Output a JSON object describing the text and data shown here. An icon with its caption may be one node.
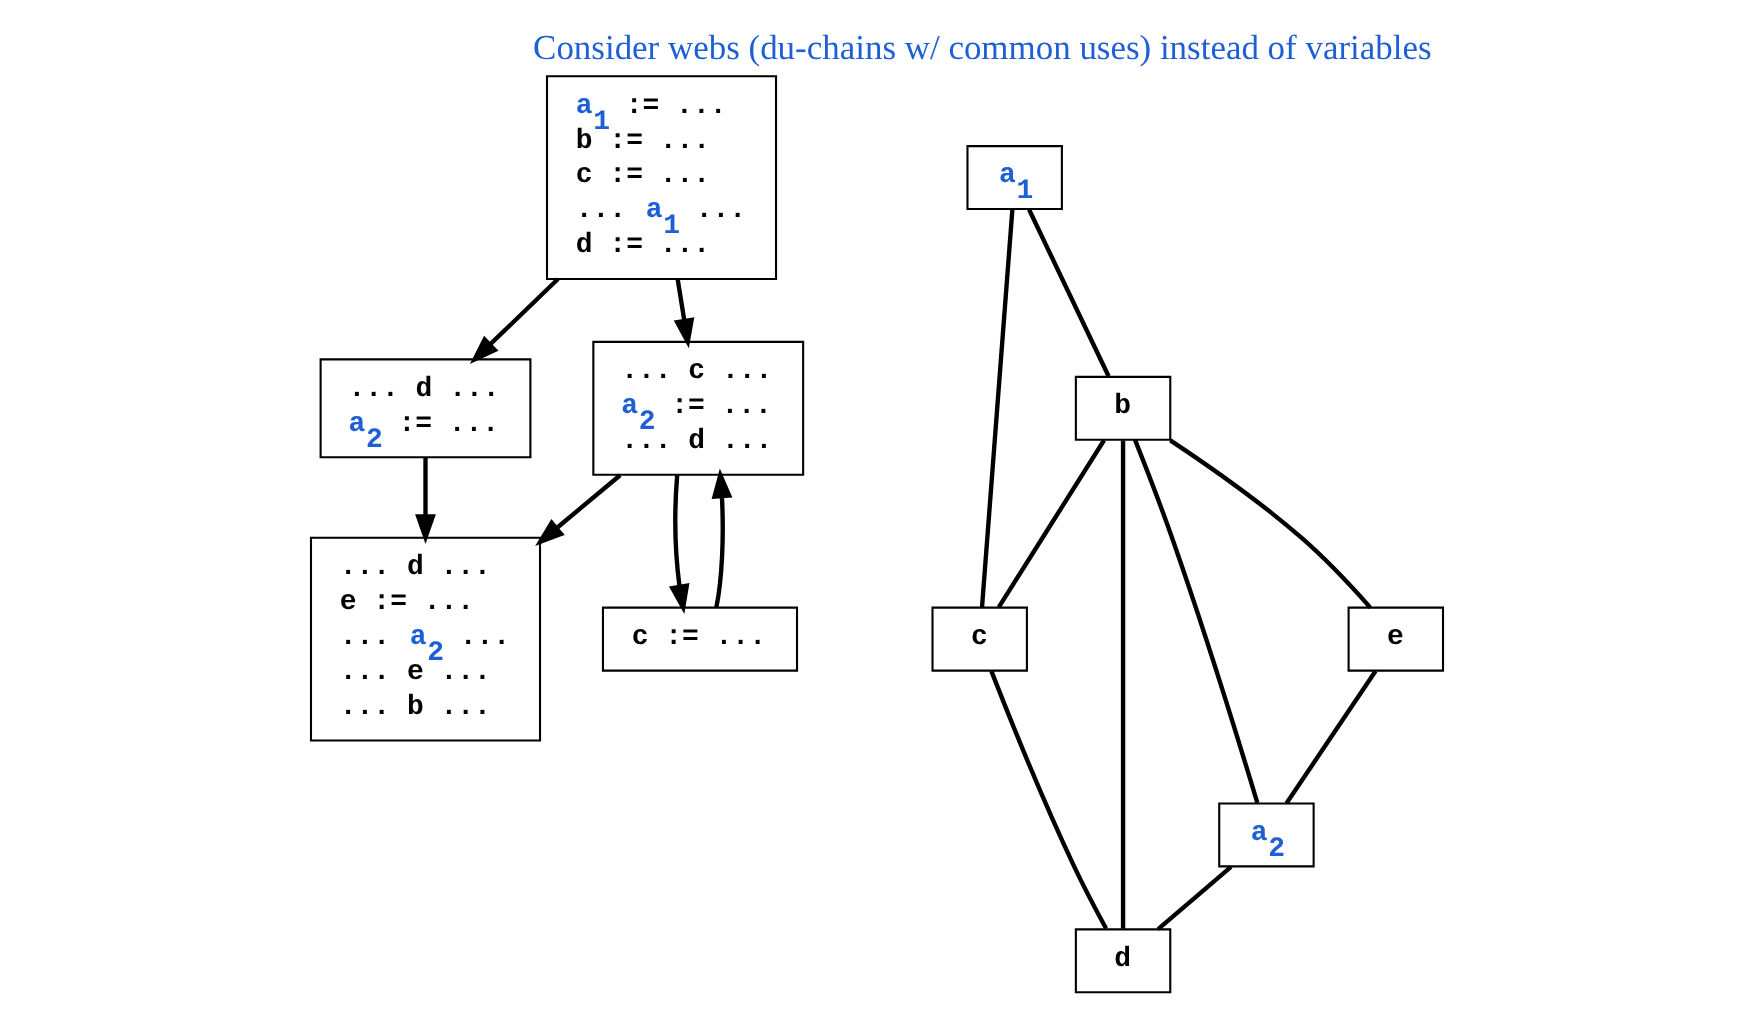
{
  "diagram": {
    "title": "Consider webs (du-chains w/ common uses) instead of variables",
    "nodes": [
      {
        "text": [
          "a$_{1}$ := ...",
          "b := ...",
          "c := ...",
          "... a$_{1}$ ...",
          "d := ..."
        ]
      },
      {
        "text": [
          "... d ...",
          "a$_{2}$ := ..."
        ]
      },
      {
        "text": [
          "... c ...",
          "a$_{2}$ := ...",
          "... d ..."
        ]
      },
      {
        "text": [
          "... d ...",
          "e := ...",
          "... a$_{2}$ ...",
          "... e ...",
          "... b ..."
        ]
      },
      {
        "text": [
          "c := ..."
        ]
      },
      {
        "text": [
          "a$_{1}$"
        ]
      },
      {
        "text": [
          "b"
        ]
      },
      {
        "text": [
          "e"
        ]
      },
      {
        "text": [
          "c"
        ]
      },
      {
        "text": [
          "a$_{2}$"
        ]
      },
      {
        "text": [
          "d"
        ]
      }
    ],
    "edges": [
      {
        "from": 0,
        "to": 1,
        "arrow": "to"
      },
      {
        "from": 0,
        "to": 2,
        "arrow": "to"
      },
      {
        "from": 1,
        "to": 3,
        "arrow": "to"
      },
      {
        "from": 2,
        "to": 3,
        "arrow": "to"
      },
      {
        "from": 2,
        "to": 4,
        "arrow": "to"
      },
      {
        "from": 4,
        "to": 2,
        "arrow": "to"
      },
      {
        "from": 5,
        "to": 6,
        "arrow": "none"
      },
      {
        "from": 5,
        "to": 8,
        "arrow": "none"
      },
      {
        "from": 6,
        "to": 7,
        "arrow": "none"
      },
      {
        "from": 6,
        "to": 9,
        "arrow": "none"
      },
      {
        "from": 6,
        "to": 10,
        "arrow": "none"
      },
      {
        "from": 6,
        "to": 8,
        "arrow": "none"
      },
      {
        "from": 7,
        "to": 9,
        "arrow": "none"
      },
      {
        "from": 9,
        "to": 10,
        "arrow": "none"
      },
      {
        "from": 8,
        "to": 10,
        "arrow": "none"
      }
    ]
  }
}
